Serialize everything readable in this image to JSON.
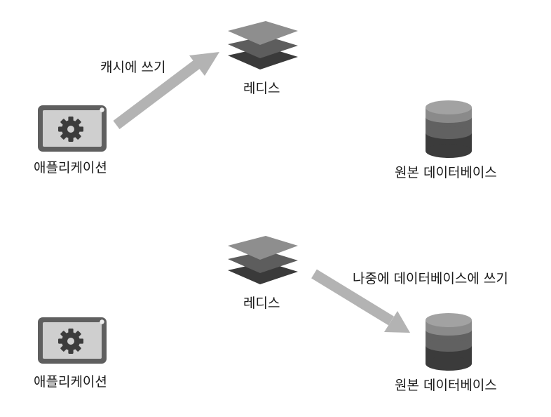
{
  "panels": [
    {
      "application": {
        "label": "애플리케이션",
        "icon": "gear-icon"
      },
      "cache": {
        "label": "레디스",
        "icon": "stack-layers-icon"
      },
      "database": {
        "label": "원본 데이터베이스",
        "icon": "database-cylinder-icon"
      },
      "arrow": {
        "label": "캐시에 쓰기",
        "from": "application",
        "to": "cache"
      }
    },
    {
      "application": {
        "label": "애플리케이션",
        "icon": "gear-icon"
      },
      "cache": {
        "label": "레디스",
        "icon": "stack-layers-icon"
      },
      "database": {
        "label": "원본 데이터베이스",
        "icon": "database-cylinder-icon"
      },
      "arrow": {
        "label": "나중에 데이터베이스에 쓰기",
        "from": "cache",
        "to": "database"
      }
    }
  ],
  "colors": {
    "arrow": "#b3b3b3",
    "device_frame": "#5f5f5f",
    "device_screen": "#cfcfcf",
    "gear": "#3c3c3c",
    "layer_top": "#8e8e8e",
    "layer_mid": "#5d5d5d",
    "layer_bottom": "#3a3a3a",
    "db_top": "#9a9a9a",
    "db_mid": "#616161",
    "db_bottom": "#3b3b3b",
    "text": "#1a1a1a"
  }
}
